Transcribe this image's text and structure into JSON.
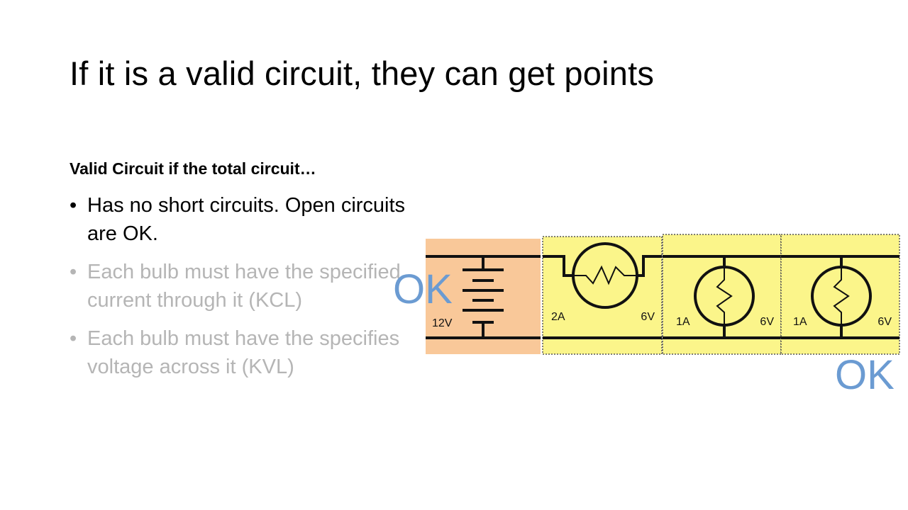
{
  "slide": {
    "title": "If it is a valid circuit, they can get points",
    "subheading": "Valid Circuit if the total circuit…",
    "bullets": [
      {
        "text": "Has no short circuits. Open circuits are OK.",
        "dimmed": false
      },
      {
        "text": "Each bulb must have the specified current through it (KCL)",
        "dimmed": true
      },
      {
        "text": "Each bulb must have the specifies voltage across it (KVL)",
        "dimmed": true
      }
    ],
    "ok_left": "OK",
    "ok_right": "OK",
    "bullet_glyph": "•"
  },
  "circuit": {
    "battery": {
      "voltage": "12V"
    },
    "bulb_a": {
      "current": "2A",
      "voltage": "6V"
    },
    "bulb_b": {
      "current": "1A",
      "voltage": "6V"
    },
    "bulb_c": {
      "current": "1A",
      "voltage": "6V"
    }
  },
  "colors": {
    "battery_tile": "#f9c899",
    "bulb_tile": "#fbf58a",
    "ok_text": "#6b9bd2",
    "dim_text": "#b5b5b5"
  }
}
